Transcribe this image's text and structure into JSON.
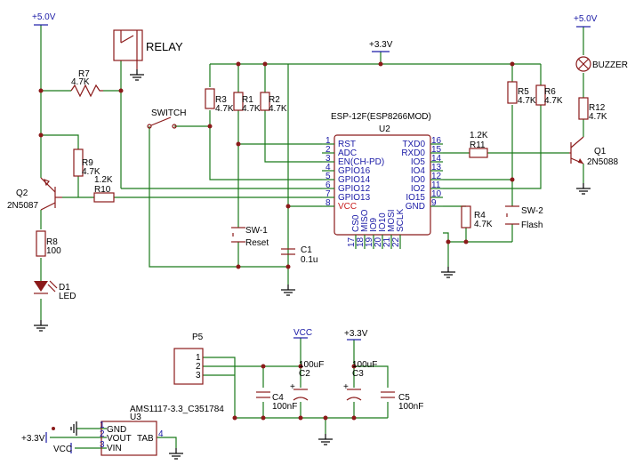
{
  "power": {
    "v5_left": "+5.0V",
    "v5_right": "+5.0V",
    "v33_top": "+3.3V",
    "v33_bottom": "+3.3V",
    "vcc_bottom": "VCC",
    "v33_reg": "+3.3V",
    "vcc_reg": "VCC"
  },
  "relay": {
    "label": "RELAY"
  },
  "buzzer": {
    "label": "BUZZER"
  },
  "switch": {
    "label": "SWITCH"
  },
  "resistors": {
    "r7": {
      "name": "R7",
      "value": "4.7K"
    },
    "r9": {
      "name": "R9",
      "value": "4.7K"
    },
    "r10": {
      "name": "R10",
      "value": "1.2K"
    },
    "r8": {
      "name": "R8",
      "value": "100"
    },
    "r3": {
      "name": "R3",
      "value": "4.7K"
    },
    "r1": {
      "name": "R1",
      "value": "4.7K"
    },
    "r2": {
      "name": "R2",
      "value": "4.7K"
    },
    "r5": {
      "name": "R5",
      "value": "4.7K"
    },
    "r6": {
      "name": "R6",
      "value": "4.7K"
    },
    "r11": {
      "name": "R11",
      "value": "1.2K"
    },
    "r12": {
      "name": "R12",
      "value": "4.7K"
    },
    "r4": {
      "name": "R4",
      "value": "4.7K"
    }
  },
  "transistors": {
    "q1": {
      "name": "Q1",
      "part": "2N5088"
    },
    "q2": {
      "name": "Q2",
      "part": "2N5087"
    }
  },
  "led": {
    "name": "D1",
    "label": "LED"
  },
  "caps": {
    "c1": {
      "name": "C1",
      "value": "0.1u"
    },
    "c2": {
      "name": "C2",
      "value": "100uF"
    },
    "c3": {
      "name": "C3",
      "value": "100uF"
    },
    "c4": {
      "name": "C4",
      "value": "100nF"
    },
    "c5": {
      "name": "C5",
      "value": "100nF"
    }
  },
  "buttons": {
    "sw1": {
      "name": "SW-1",
      "label": "Reset"
    },
    "sw2": {
      "name": "SW-2",
      "label": "Flash"
    }
  },
  "module": {
    "ref": "U2",
    "title": "ESP-12F(ESP8266MOD)",
    "left_pins": [
      {
        "num": "1",
        "name": "RST"
      },
      {
        "num": "2",
        "name": "ADC"
      },
      {
        "num": "3",
        "name": "EN(CH-PD)"
      },
      {
        "num": "4",
        "name": "GPIO16"
      },
      {
        "num": "5",
        "name": "GPIO14"
      },
      {
        "num": "6",
        "name": "GPIO12"
      },
      {
        "num": "7",
        "name": "GPIO13"
      },
      {
        "num": "8",
        "name": "VCC"
      }
    ],
    "right_pins": [
      {
        "num": "16",
        "name": "TXD0"
      },
      {
        "num": "15",
        "name": "RXD0"
      },
      {
        "num": "14",
        "name": "IO5"
      },
      {
        "num": "13",
        "name": "IO4"
      },
      {
        "num": "12",
        "name": "IO0"
      },
      {
        "num": "11",
        "name": "IO2"
      },
      {
        "num": "10",
        "name": "IO15"
      },
      {
        "num": "9",
        "name": "GND"
      }
    ],
    "bottom_pins": [
      {
        "num": "17",
        "name": "CS0"
      },
      {
        "num": "18",
        "name": "MISO"
      },
      {
        "num": "19",
        "name": "IO9"
      },
      {
        "num": "20",
        "name": "IO10"
      },
      {
        "num": "21",
        "name": "MOSI"
      },
      {
        "num": "22",
        "name": "SCLK"
      }
    ]
  },
  "connector": {
    "name": "P5",
    "pins": [
      "1",
      "2",
      "3"
    ]
  },
  "regulator": {
    "part": "AMS1117-3.3_C351784",
    "ref": "U3",
    "pins": [
      {
        "num": "1",
        "name": "GND"
      },
      {
        "num": "2",
        "name": "VOUT"
      },
      {
        "num": "3",
        "name": "VIN"
      },
      {
        "num": "4",
        "name": "TAB"
      }
    ]
  },
  "colors": {
    "wire": "#1a7a1a",
    "part": "#8b1a1a",
    "power": "#1a1aa6",
    "pin_vcc": "#c81e1e"
  }
}
